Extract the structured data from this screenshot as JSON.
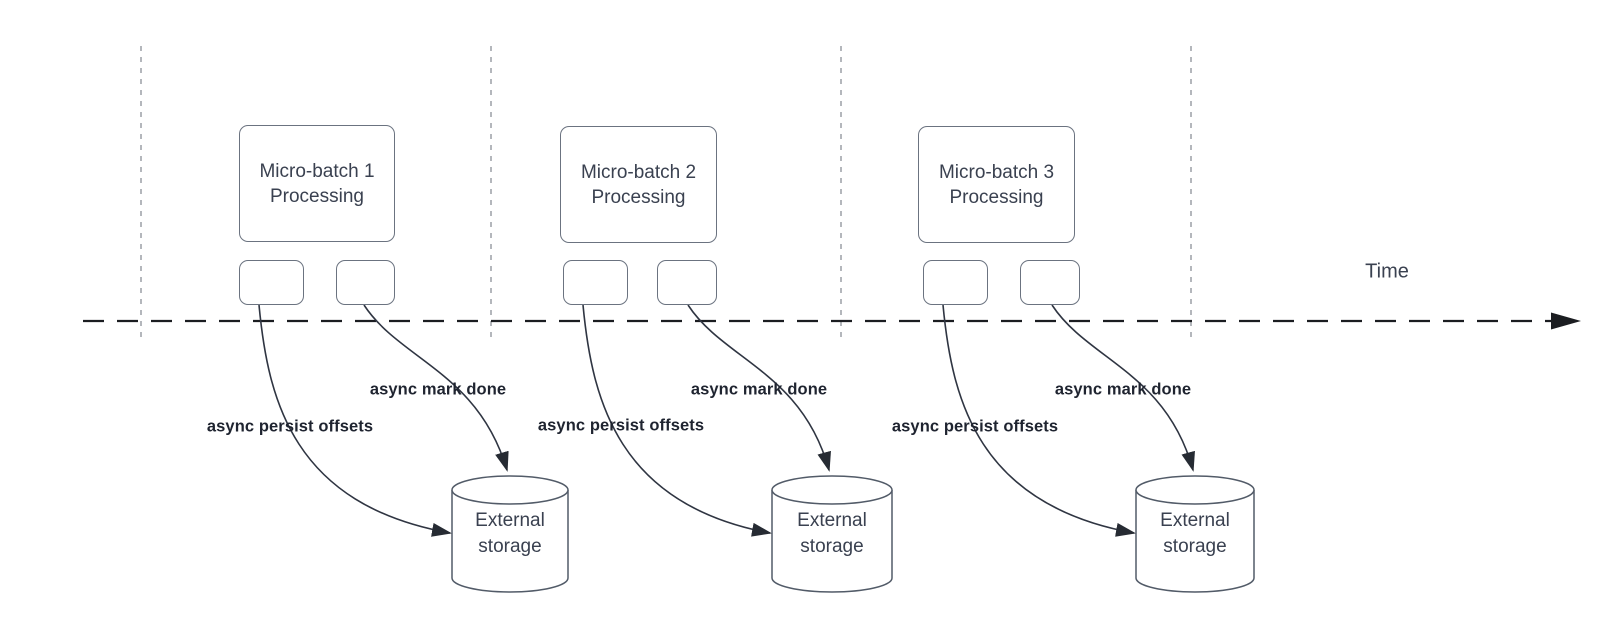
{
  "diagram": {
    "time_axis_label": "Time",
    "batches": [
      {
        "title_line1": "Micro-batch 1",
        "title_line2": "Processing",
        "persist_label": "async persist offsets",
        "done_label": "async mark done",
        "storage_line1": "External",
        "storage_line2": "storage"
      },
      {
        "title_line1": "Micro-batch 2",
        "title_line2": "Processing",
        "persist_label": "async persist offsets",
        "done_label": "async mark done",
        "storage_line1": "External",
        "storage_line2": "storage"
      },
      {
        "title_line1": "Micro-batch 3",
        "title_line2": "Processing",
        "persist_label": "async persist offsets",
        "done_label": "async mark done",
        "storage_line1": "External",
        "storage_line2": "storage"
      }
    ],
    "colors": {
      "curve_stroke": "#2f3542",
      "axis_stroke": "#1b1d21",
      "guide_stroke": "#b4b7bc",
      "box_border": "#6b7380",
      "cylinder_border": "#525b68",
      "text": "#3a4150",
      "bold_label_text": "#1f2430",
      "background": "#ffffff"
    }
  }
}
